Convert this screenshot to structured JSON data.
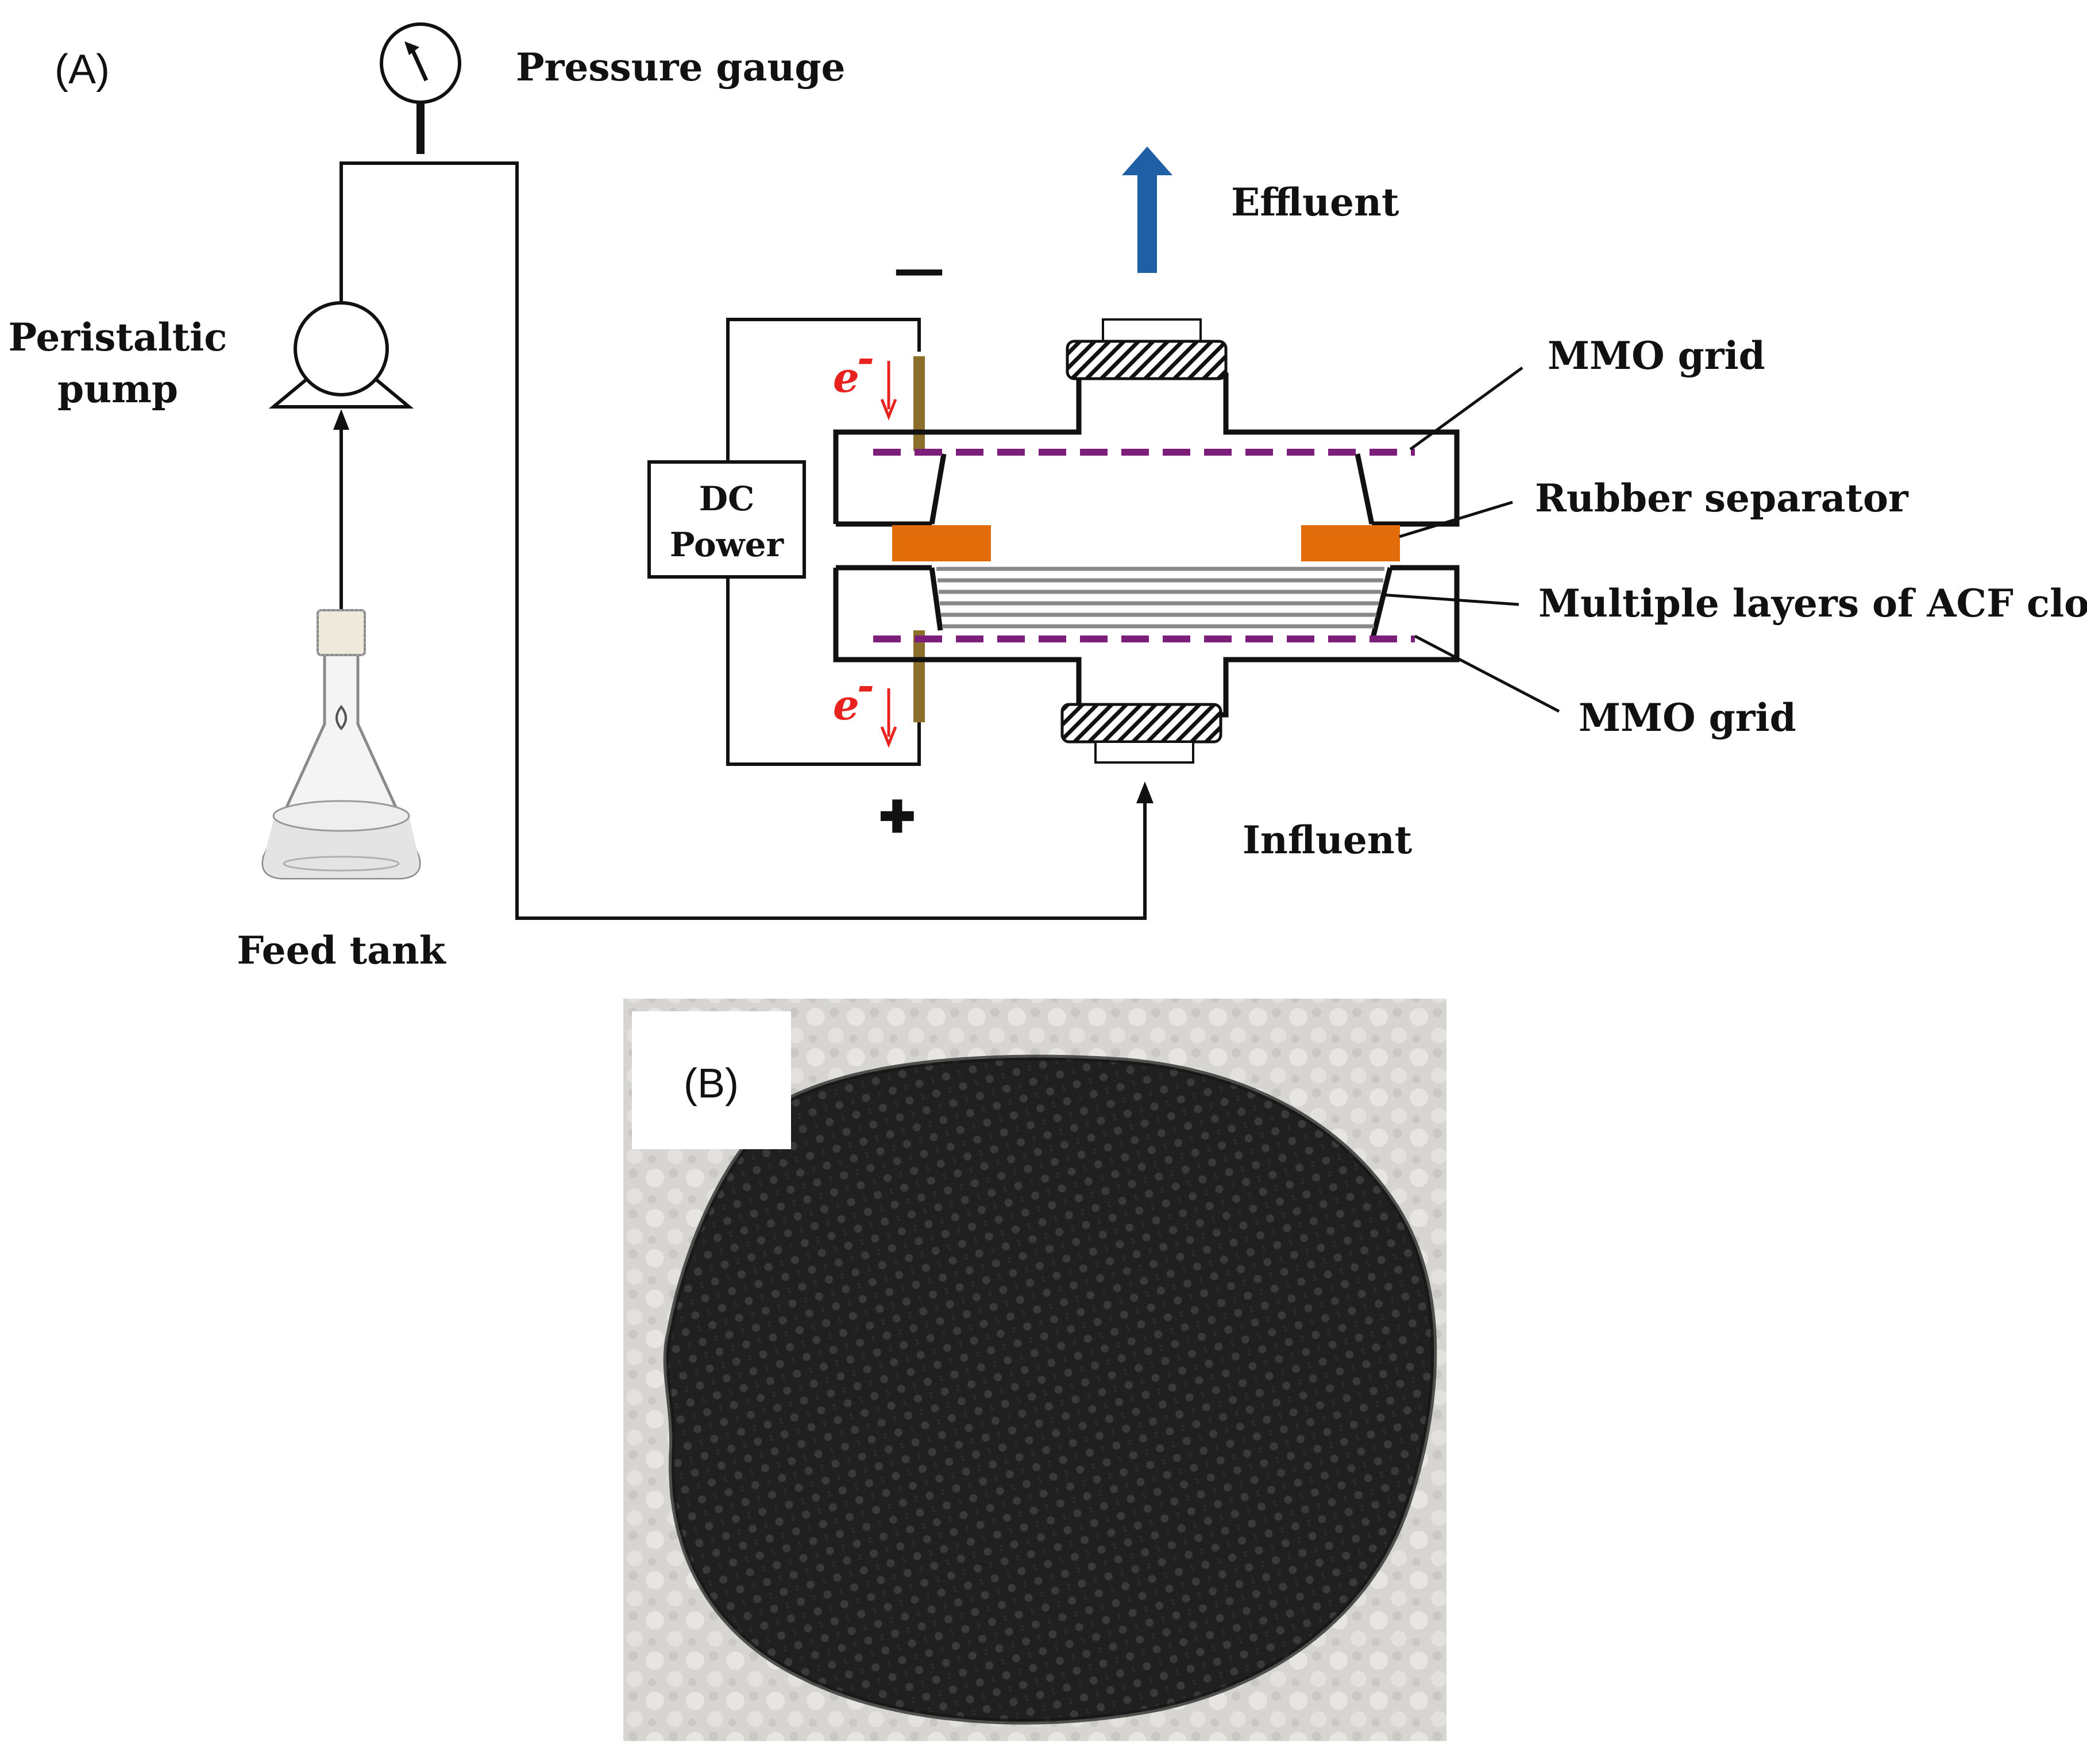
{
  "figure": {
    "panel_a_label": "(A)",
    "panel_b_label": "(B)"
  },
  "labels": {
    "pressure_gauge": "Pressure gauge",
    "peristaltic_pump_line1": "Peristaltic",
    "peristaltic_pump_line2": "pump",
    "feed_tank": "Feed tank",
    "effluent": "Effluent",
    "influent": "Influent",
    "dc_power_line1": "DC",
    "dc_power_line2": "Power",
    "mmo_grid_top": "MMO grid",
    "rubber_separator": "Rubber separator",
    "acf_cloth": "Multiple layers of ACF cloth",
    "mmo_grid_bottom": "MMO grid",
    "electron_symbol": "e",
    "electron_superscript": "-",
    "minus_sign": "—",
    "plus_sign": "✚"
  },
  "colors": {
    "line": "#111111",
    "electrode": "#8B6F2A",
    "rubber": "#E36C0A",
    "mmo_grid": "#7B1F7A",
    "acf_layers": "#888888",
    "effluent_arrow": "#1F5FA6",
    "electron": "#E8231F",
    "photo_background": "#D8D7D3",
    "acf_disc": "#1E1E1E"
  },
  "icons": {
    "pressure_gauge": "gauge-icon",
    "pump": "peristaltic-pump-icon",
    "feed_tank": "erlenmeyer-flask-icon",
    "effluent_arrow": "up-arrow-icon"
  }
}
